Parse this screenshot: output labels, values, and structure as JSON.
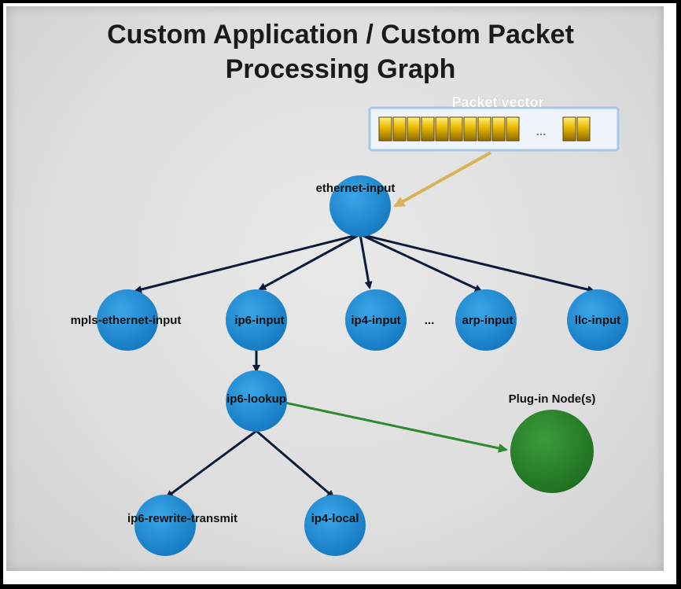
{
  "title": {
    "line1": "Custom Application / Custom Packet",
    "line2": "Processing Graph"
  },
  "packet_vector": {
    "label": "Packet vector",
    "ellipsis": "...",
    "colors": {
      "packet": "#e8b800",
      "box_border": "#a8c8e8",
      "box_fill": "#eef4fa"
    }
  },
  "nodes": {
    "ethernet_input": "ethernet-input",
    "mpls_ethernet_input": "mpls-ethernet-input",
    "ip6_input": "ip6-input",
    "ip4_input": "ip4-input",
    "ellipsis": "...",
    "arp_input": "arp-input",
    "llc_input": "llc-input",
    "ip6_lookup": "ip6-lookup",
    "plugin_nodes": "Plug-in Node(s)",
    "ip6_rewrite_transmit": "ip6-rewrite-transmit",
    "ip4_local": "ip4-local"
  },
  "colors": {
    "node_blue": "#1c8fd6",
    "plugin_green": "#2a8a2a",
    "edge": "#0d1b3a",
    "edge_plugin": "#2e8b2e",
    "edge_vector": "#d9b25a"
  }
}
